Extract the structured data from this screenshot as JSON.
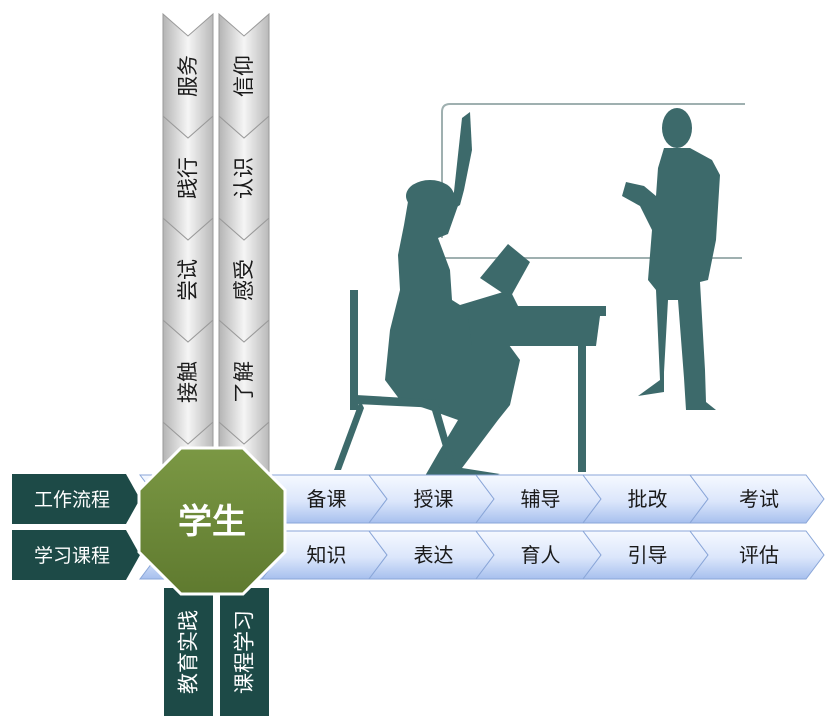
{
  "left_column": [
    "服务",
    "践行",
    "尝试",
    "接触"
  ],
  "right_column": [
    "信仰",
    "认识",
    "感受",
    "了解"
  ],
  "row1": {
    "label": "工作流程",
    "steps": [
      "备课",
      "授课",
      "辅导",
      "批改",
      "考试"
    ]
  },
  "row2": {
    "label": "学习课程",
    "steps": [
      "知识",
      "表达",
      "育人",
      "引导",
      "评估"
    ]
  },
  "center": "学生",
  "bottom": [
    "教育实践",
    "课程学习"
  ],
  "colors": {
    "chevron_gray_light": "#f4f4f4",
    "chevron_gray_dark": "#b9b9b9",
    "chevron_blue_light": "#f3f7ff",
    "chevron_blue_dark": "#a9c2ef",
    "row_label_bg": "#1d4a47",
    "center_fill": "#6e8a3b",
    "silhouette": "#3d6a6b",
    "bottom_bar": "#1d4a47"
  }
}
